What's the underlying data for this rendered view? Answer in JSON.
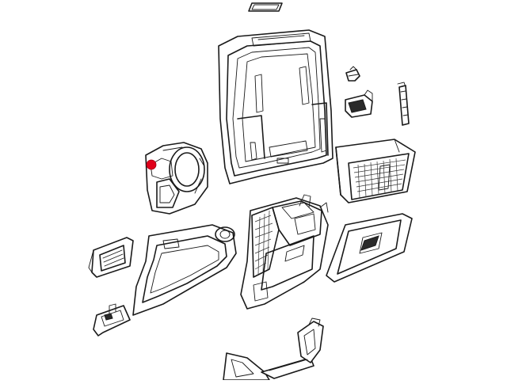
{
  "diagram": {
    "parts": [
      {
        "id": "top-trim-strip"
      },
      {
        "id": "upper-bezel-frame"
      },
      {
        "id": "small-clip-right"
      },
      {
        "id": "switch-module"
      },
      {
        "id": "bracket-rod"
      },
      {
        "id": "steering-column-cover"
      },
      {
        "id": "glove-box-bin"
      },
      {
        "id": "lower-left-knee-panel"
      },
      {
        "id": "vent-bezel"
      },
      {
        "id": "center-stack-housing"
      },
      {
        "id": "glove-box-door"
      },
      {
        "id": "switch-blank-plate"
      },
      {
        "id": "lower-floor-bracket"
      }
    ],
    "highlight": {
      "part": "steering-column-cover",
      "color": "#e0001a"
    }
  }
}
